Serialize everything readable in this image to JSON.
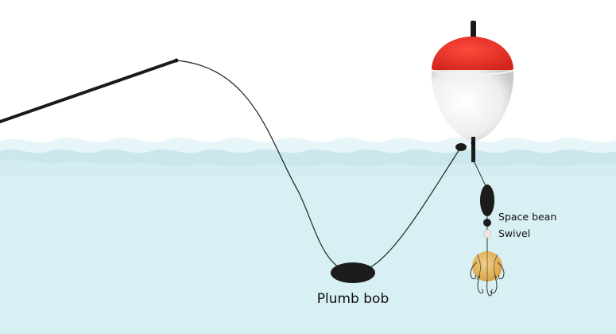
{
  "labels": {
    "plumb_bob": "Plumb bob",
    "space_bean": "Space bean",
    "swivel": "Swivel"
  },
  "colors": {
    "sky": "#ffffff",
    "water": "#d8eff3",
    "wave_light": "#e6f5f8",
    "wave_mid": "#cbe7ee",
    "float_red": "#e8332b",
    "float_white": "#f1f1f1",
    "line": "#222222",
    "rod": "#1a1a1a",
    "weight": "#1c1c1c",
    "bait": "#e6b65a",
    "swivel_bead": "#f0e6e6"
  },
  "icons": {
    "float": "fishing-float-icon",
    "bait": "bait-ball-hooks-icon"
  }
}
